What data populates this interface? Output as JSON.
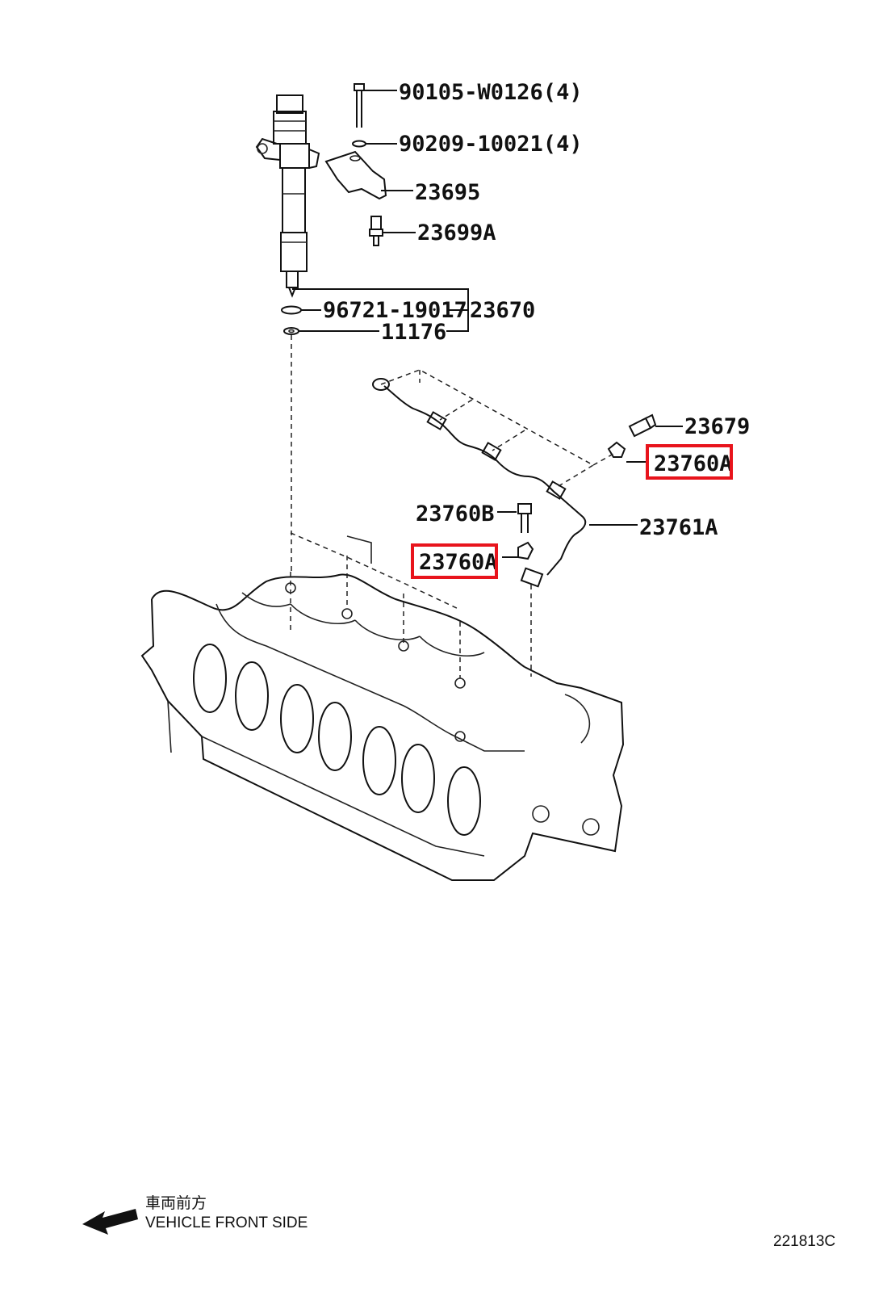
{
  "accent_highlight": "#e8141c",
  "labels": {
    "bolt_90105": "90105-W0126(4)",
    "washer_90209": "90209-10021(4)",
    "clamp_23695": "23695",
    "sensor_23699a": "23699A",
    "oring_96721": "96721-19017",
    "injector_23670": "23670",
    "gasket_11176": "11176",
    "bolt_23679": "23679",
    "clamp_23760a_right": "23760A",
    "bolt_23760b": "23760B",
    "pipe_23761a": "23761A",
    "clamp_23760a_left": "23760A"
  },
  "front_side": {
    "jp": "車両前方",
    "en": "VEHICLE FRONT SIDE"
  },
  "drawing_number": "221813C"
}
